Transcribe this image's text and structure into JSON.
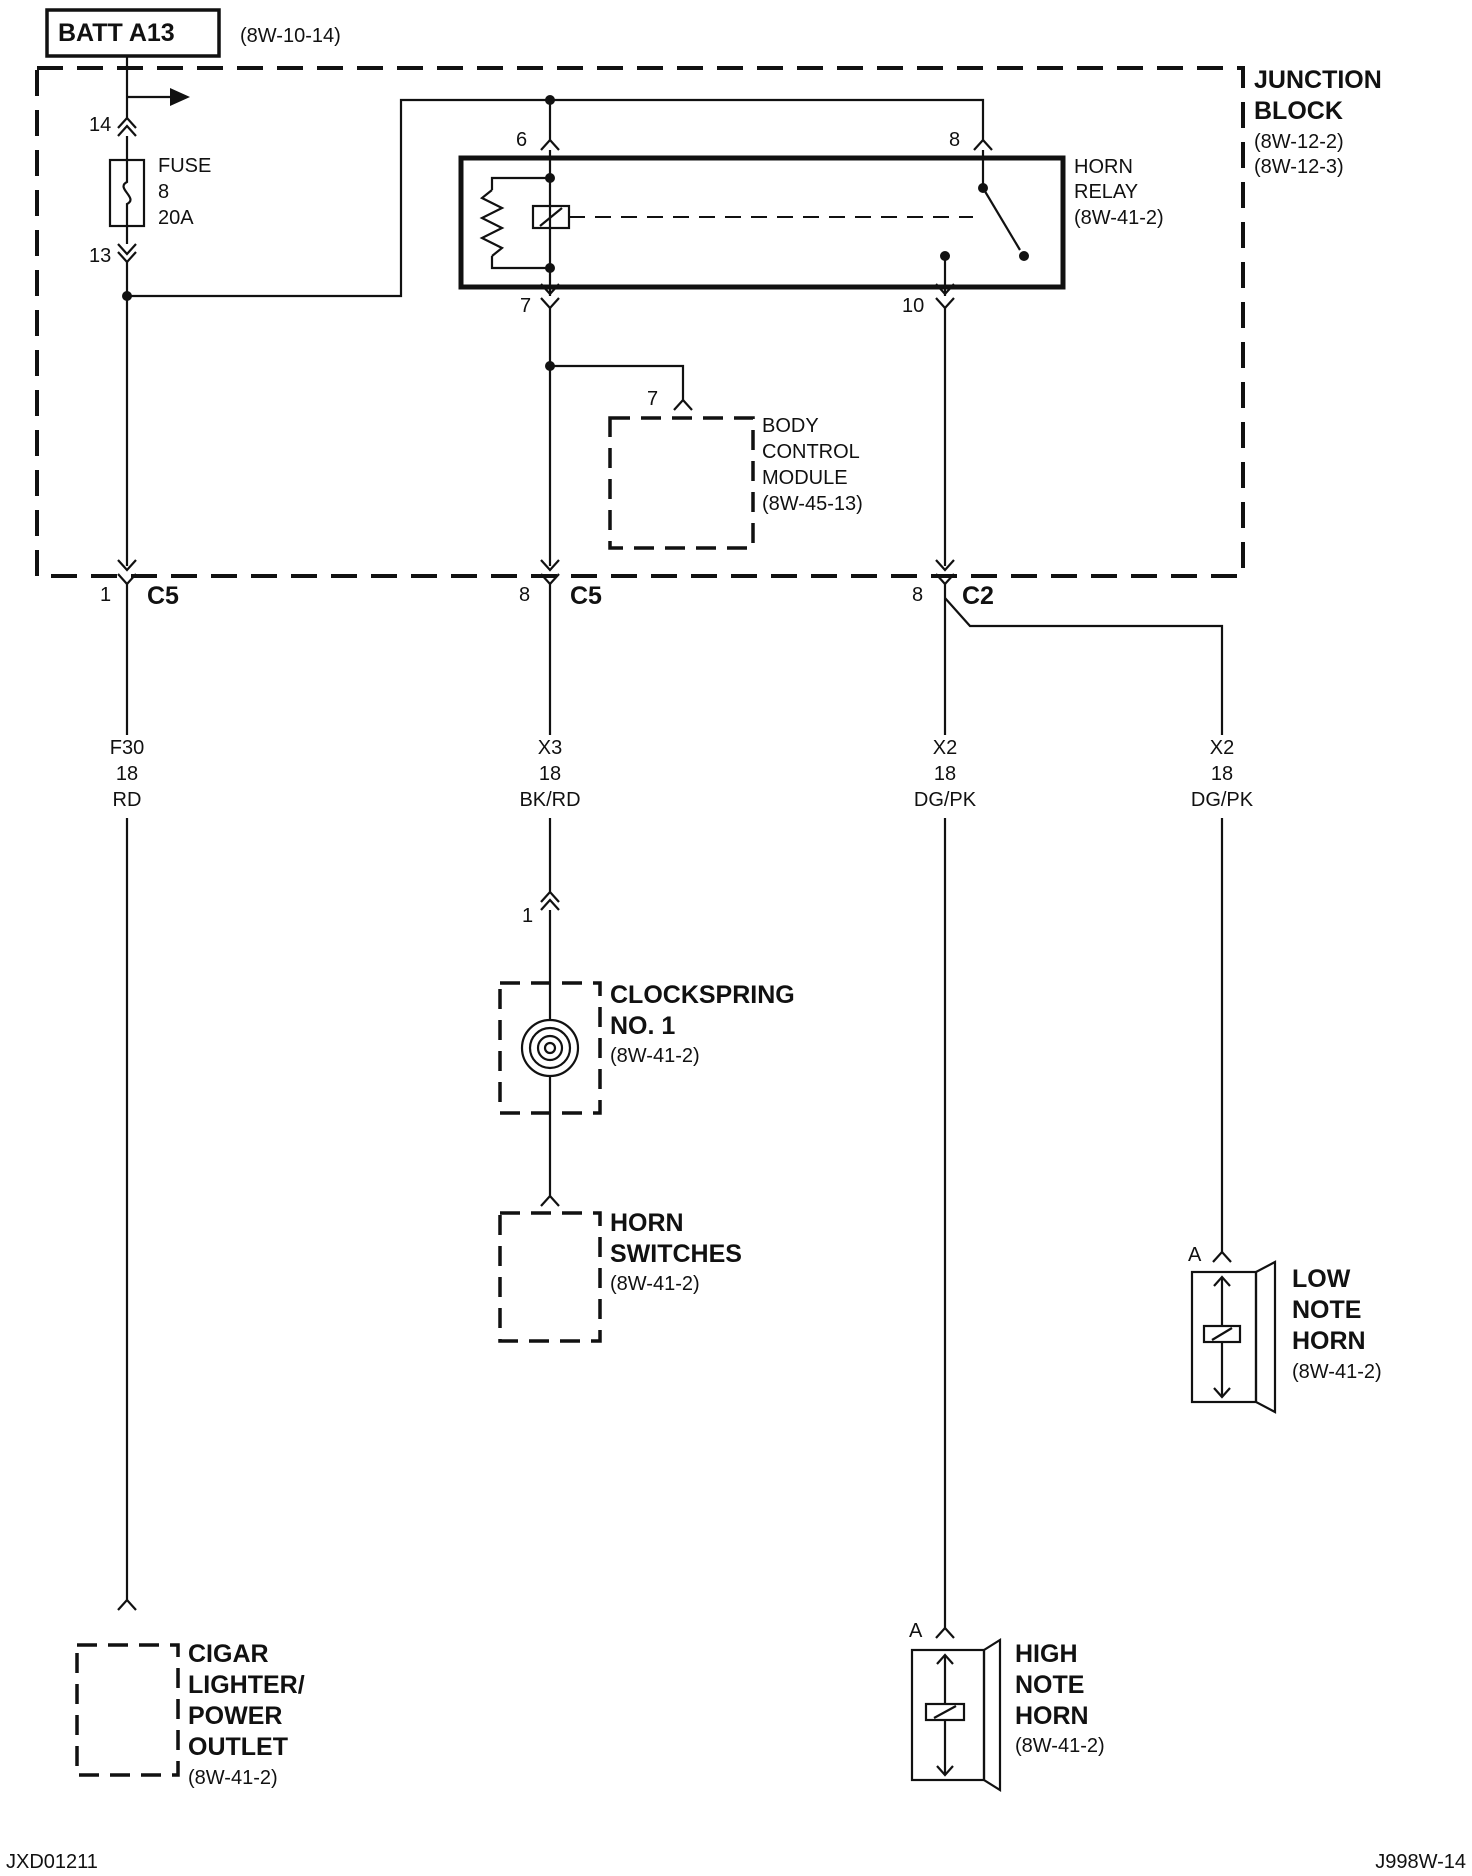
{
  "source": {
    "label": "BATT A13",
    "ref": "(8W-10-14)"
  },
  "junction_block": {
    "line1": "JUNCTION",
    "line2": "BLOCK",
    "ref1": "(8W-12-2)",
    "ref2": "(8W-12-3)"
  },
  "fuse": {
    "label": "FUSE",
    "number": "8",
    "rating": "20A",
    "pin_in": "14",
    "pin_out": "13"
  },
  "horn_relay": {
    "line1": "HORN",
    "line2": "RELAY",
    "ref": "(8W-41-2)",
    "pin_6": "6",
    "pin_8": "8",
    "pin_7": "7",
    "pin_10": "10"
  },
  "bcm": {
    "pin": "7",
    "line1": "BODY",
    "line2": "CONTROL",
    "line3": "MODULE",
    "ref": "(8W-45-13)"
  },
  "connectors": {
    "c5_left": {
      "pin": "1",
      "name": "C5"
    },
    "c5_mid": {
      "pin": "8",
      "name": "C5"
    },
    "c2": {
      "pin": "8",
      "name": "C2"
    }
  },
  "wires": {
    "f30": {
      "circuit": "F30",
      "gauge": "18",
      "color": "RD"
    },
    "x3": {
      "circuit": "X3",
      "gauge": "18",
      "color": "BK/RD"
    },
    "x2_high": {
      "circuit": "X2",
      "gauge": "18",
      "color": "DG/PK"
    },
    "x2_low": {
      "circuit": "X2",
      "gauge": "18",
      "color": "DG/PK"
    }
  },
  "clockspring": {
    "pin": "1",
    "line1": "CLOCKSPRING",
    "line2": "NO. 1",
    "ref": "(8W-41-2)"
  },
  "horn_switches": {
    "line1": "HORN",
    "line2": "SWITCHES",
    "ref": "(8W-41-2)"
  },
  "low_note_horn": {
    "pin": "A",
    "line1": "LOW",
    "line2": "NOTE",
    "line3": "HORN",
    "ref": "(8W-41-2)"
  },
  "high_note_horn": {
    "pin": "A",
    "line1": "HIGH",
    "line2": "NOTE",
    "line3": "HORN",
    "ref": "(8W-41-2)"
  },
  "cigar_lighter": {
    "line1": "CIGAR",
    "line2": "LIGHTER/",
    "line3": "POWER",
    "line4": "OUTLET",
    "ref": "(8W-41-2)"
  },
  "footer": {
    "left": "JXD01211",
    "right": "J998W-14"
  }
}
